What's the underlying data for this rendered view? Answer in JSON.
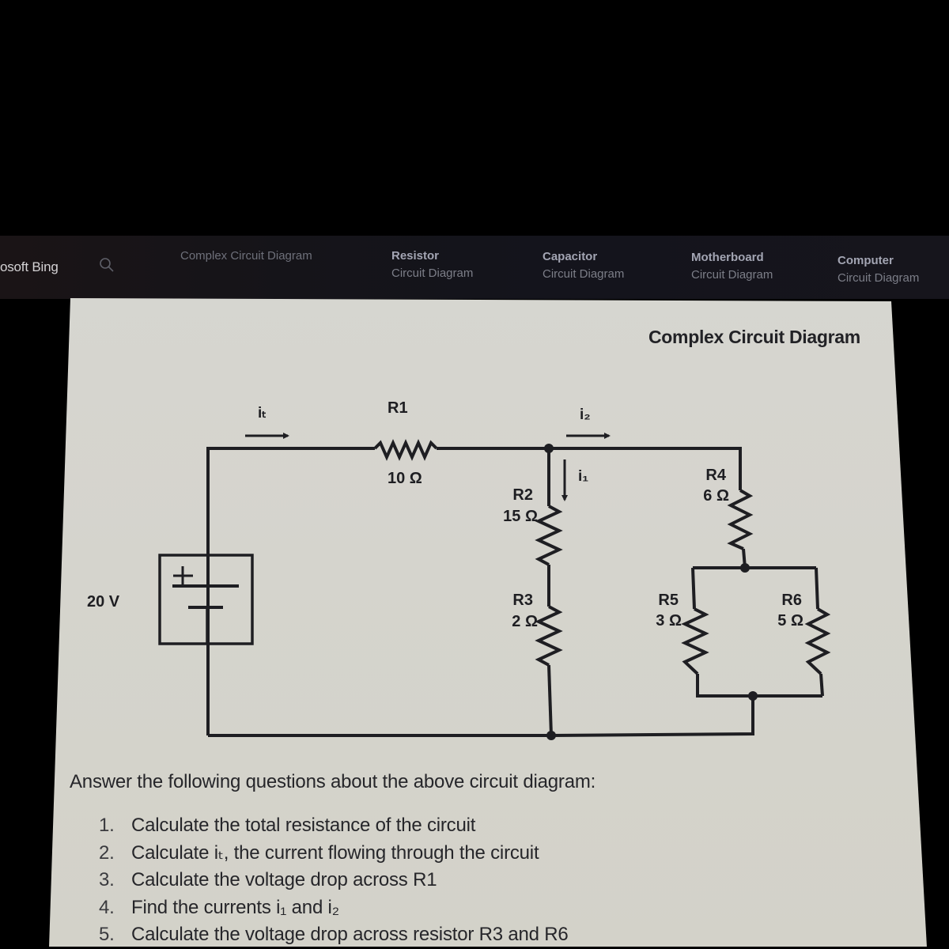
{
  "navbar": {
    "brand": "osoft Bing",
    "search_icon": "search-icon",
    "items": [
      {
        "line1": "Complex Circuit Diagram",
        "line2": ""
      },
      {
        "line1": "Resistor",
        "line2": "Circuit Diagram"
      },
      {
        "line1": "Capacitor",
        "line2": "Circuit Diagram"
      },
      {
        "line1": "Motherboard",
        "line2": "Circuit Diagram"
      },
      {
        "line1": "Computer",
        "line2": "Circuit Diagram"
      }
    ]
  },
  "content": {
    "title": "Complex Circuit Diagram",
    "circuit": {
      "source": {
        "voltage": "20 V",
        "polarity": "+"
      },
      "currents": {
        "total": "iₜ",
        "i1": "i₁",
        "i2": "i₂"
      },
      "resistors": [
        {
          "name": "R1",
          "value": "10 Ω"
        },
        {
          "name": "R2",
          "value": "15 Ω"
        },
        {
          "name": "R3",
          "value": "2 Ω"
        },
        {
          "name": "R4",
          "value": "6 Ω"
        },
        {
          "name": "R5",
          "value": "3 Ω"
        },
        {
          "name": "R6",
          "value": "5 Ω"
        }
      ]
    },
    "prompt": "Answer the following questions about the above circuit diagram:",
    "questions": [
      {
        "num": "1.",
        "text": "Calculate the total resistance of the circuit"
      },
      {
        "num": "2.",
        "text": "Calculate iₜ, the current flowing through the circuit"
      },
      {
        "num": "3.",
        "text": "Calculate the voltage drop across R1"
      },
      {
        "num": "4.",
        "text": "Find the currents i₁ and i₂"
      },
      {
        "num": "5.",
        "text": "Calculate the voltage drop across resistor R3 and R6"
      }
    ]
  },
  "colors": {
    "background": "#000000",
    "navbar": "#15141a",
    "panel": "#d6d5cf",
    "ink": "#1e1e22"
  }
}
